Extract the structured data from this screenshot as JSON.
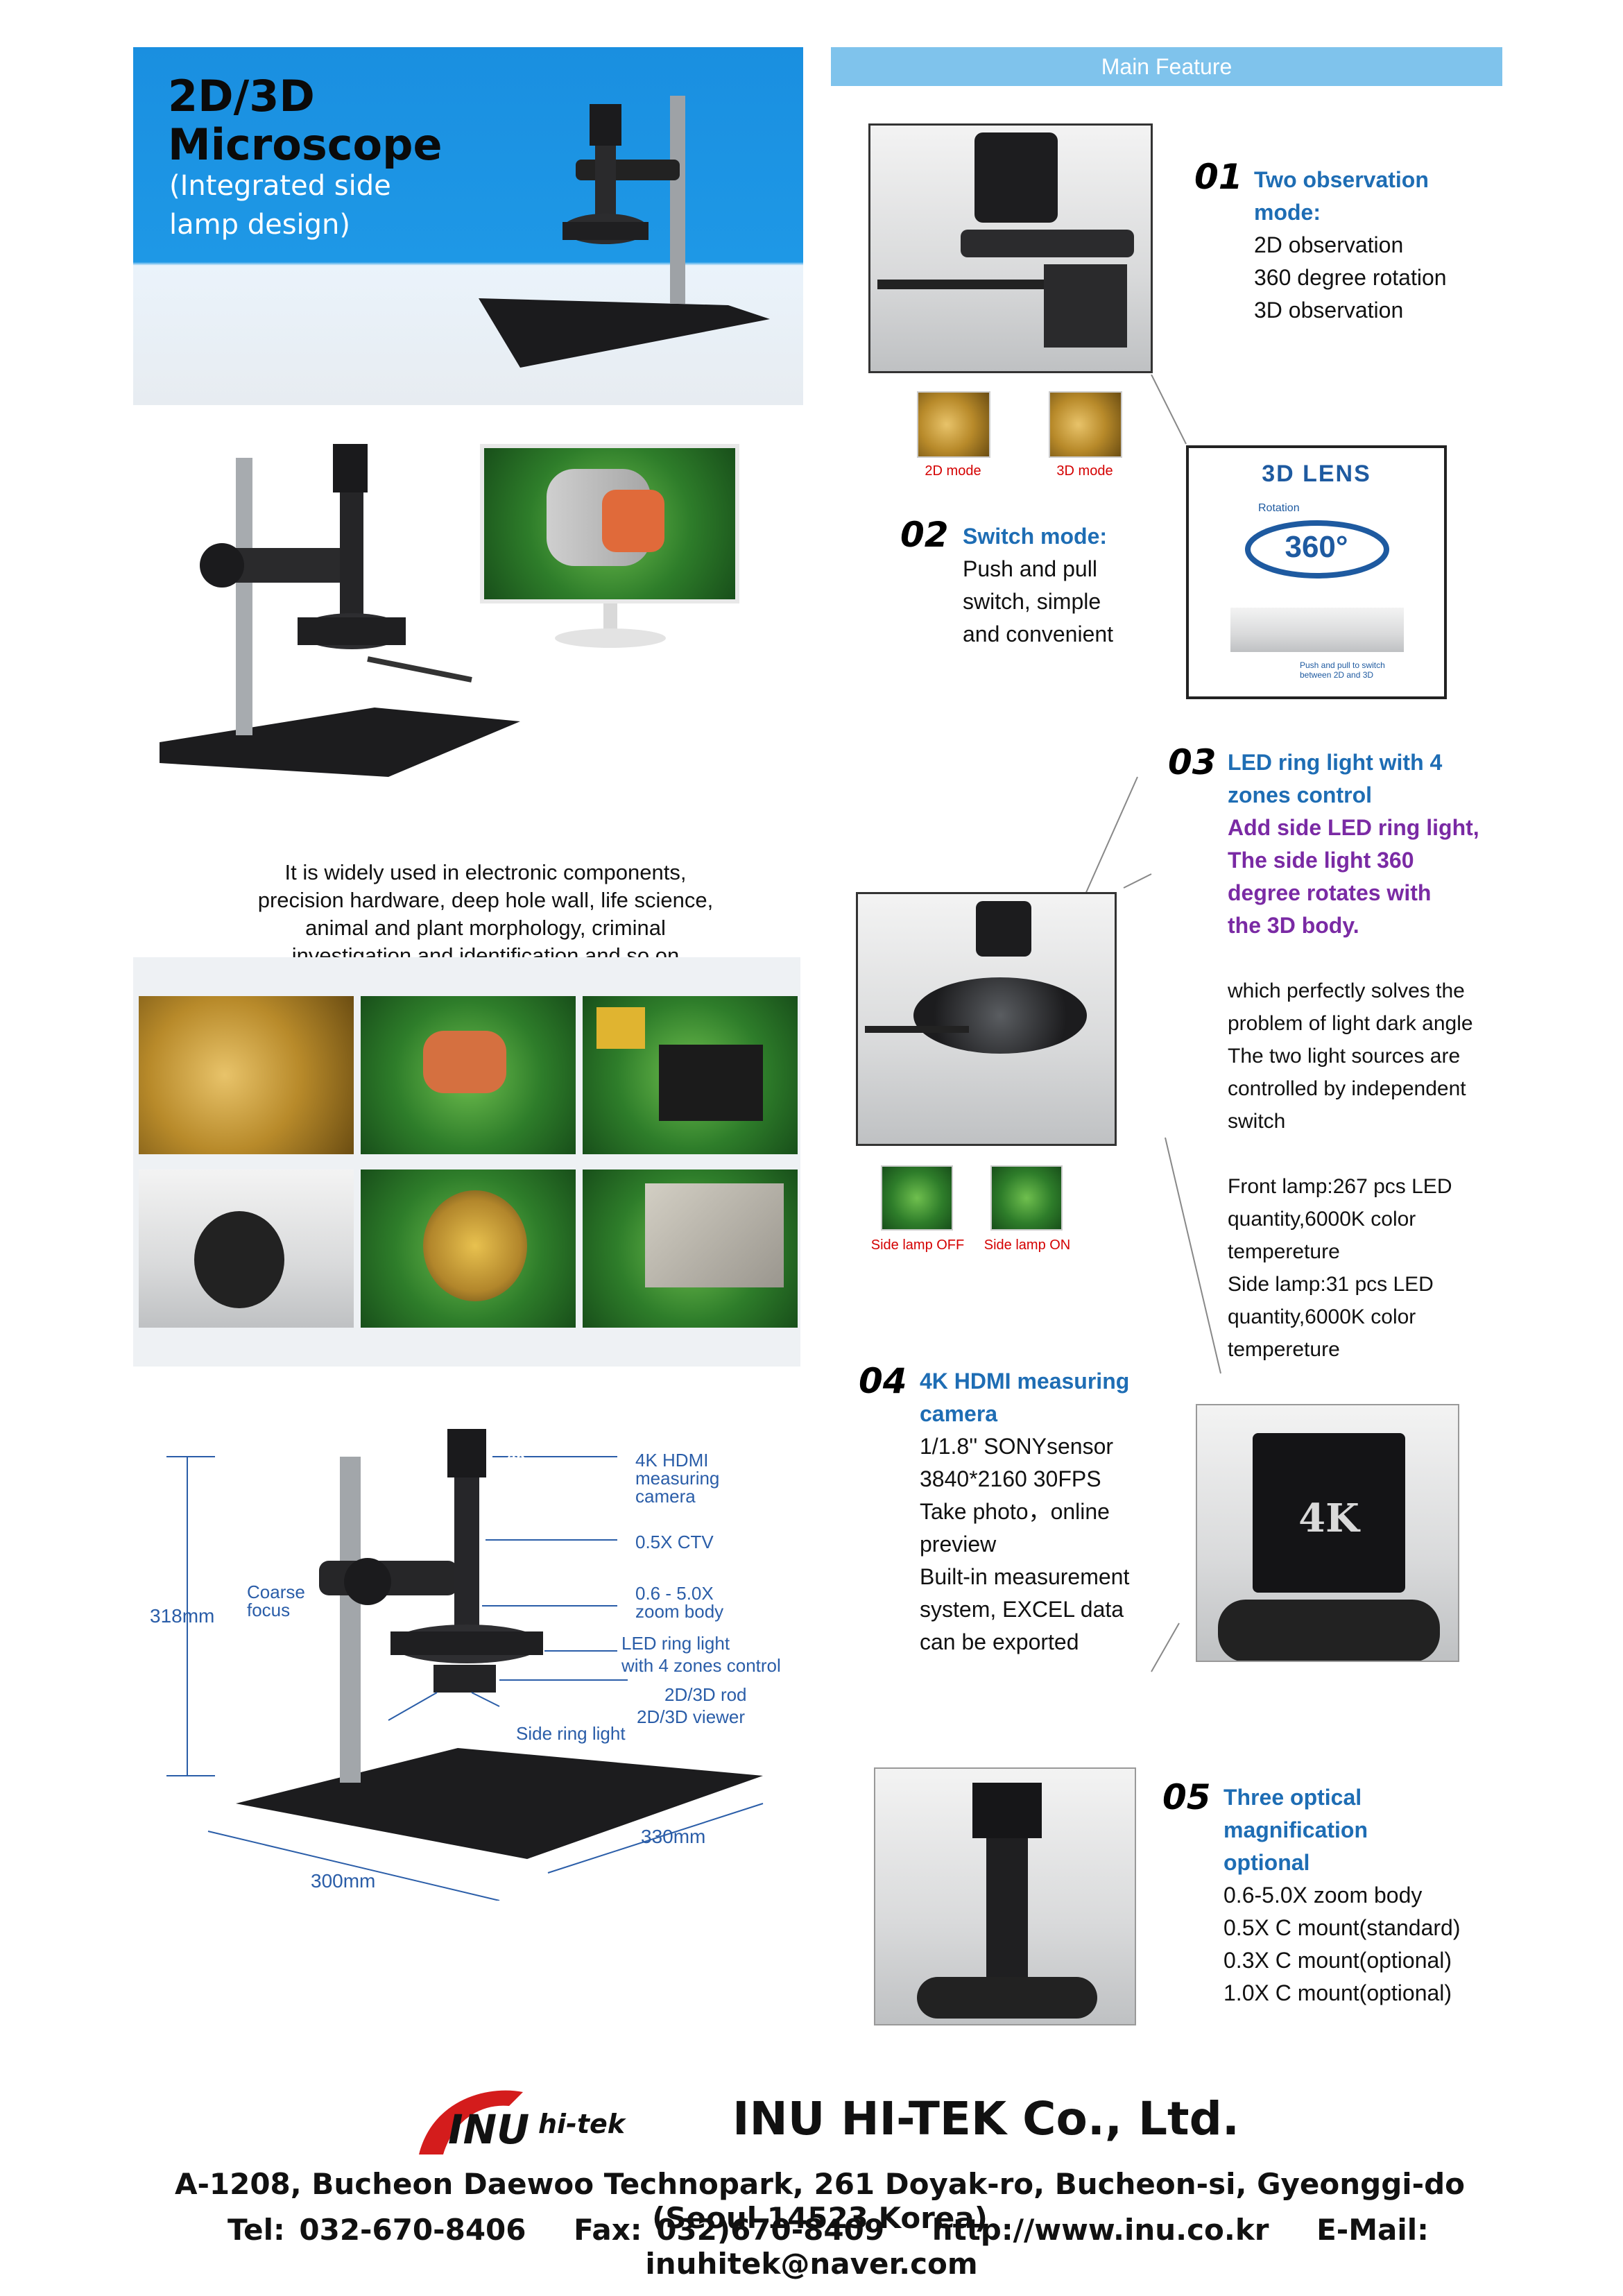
{
  "header": {
    "title_line1": "2D/3D",
    "title_line2": "Microscope",
    "subtitle_line1": "(Integrated side",
    "subtitle_line2": "lamp design)"
  },
  "main_feature": "Main  Feature",
  "intro": {
    "line1": "It is widely used in electronic components,",
    "line2": "precision hardware, deep hole wall, life science,",
    "line3": "animal and plant morphology, criminal",
    "line4": "investigation and identification and so on"
  },
  "features": {
    "f01": {
      "number": "01",
      "title1": "Two observation",
      "title2": "mode:",
      "lines": [
        "2D observation",
        "360 degree rotation",
        "3D observation"
      ]
    },
    "mode_captions": [
      "2D mode",
      "3D mode"
    ],
    "lens_card": {
      "title": "3D LENS",
      "rotation": "Rotation",
      "degrees": "360°",
      "push_note1": "Push and pull to switch",
      "push_note2": "between 2D and 3D"
    },
    "f02": {
      "number": "02",
      "title": "Switch mode:",
      "lines": [
        "Push and pull",
        "switch, simple",
        "and convenient"
      ]
    },
    "f03": {
      "number": "03",
      "title1": "LED ring light with 4",
      "title2": "zones control",
      "purple": [
        "Add side LED ring light,",
        "The side light 360",
        "degree rotates with",
        "the 3D body."
      ],
      "desc": [
        "which perfectly solves the",
        "problem of light dark angle",
        "The two light sources are",
        "controlled by independent",
        "switch"
      ],
      "specs": [
        "Front lamp:267 pcs LED",
        "quantity,6000K color",
        "tempereture",
        "Side lamp:31 pcs LED",
        "quantity,6000K color",
        "tempereture"
      ]
    },
    "lamp_captions": [
      "Side lamp OFF",
      "Side lamp ON"
    ],
    "f04": {
      "number": "04",
      "title1": "4K HDMI measuring",
      "title2": "camera",
      "lines": [
        "1/1.8'' SONYsensor",
        "3840*2160 30FPS",
        "Take photo，online",
        "preview",
        "Built-in measurement",
        "system, EXCEL data",
        "can be exported"
      ]
    },
    "f05": {
      "number": "05",
      "title1": "Three optical",
      "title2": "magnification",
      "title3": "optional",
      "lines": [
        "0.6-5.0X zoom body",
        "0.5X C mount(standard)",
        "0.3X C mount(optional)",
        "1.0X C mount(optional)"
      ]
    }
  },
  "diagram": {
    "camera1": "4K HDMI",
    "camera2": "measuring",
    "camera3": "camera",
    "ctv": "0.5X  CTV",
    "zoom1": "0.6 - 5.0X",
    "zoom2": "zoom body",
    "led1": "LED ring light",
    "led2": "with 4 zones control",
    "rod_a": "2D/3D",
    "rod_b": "rod",
    "viewer": "2D/3D viewer",
    "side": "Side ring light",
    "coarse1": "Coarse",
    "coarse2": "focus",
    "height": "318mm",
    "depth": "330mm",
    "width": "300mm",
    "cam_badge": "4K"
  },
  "camera_photo_badge": "4K",
  "footer": {
    "logo_text": "hi-tek",
    "logo_letters": "INU",
    "company": "INU HI-TEK Co., Ltd.",
    "address": "A-1208, Bucheon Daewoo Technopark, 261 Doyak-ro, Bucheon-si, Gyeonggi-do (Seoul 14523 Korea)",
    "tel": "Tel: 032-670-8406",
    "fax": "Fax: 032)670-8409",
    "web": "http://www.inu.co.kr",
    "email": "E-Mail: inuhitek@naver.com"
  }
}
